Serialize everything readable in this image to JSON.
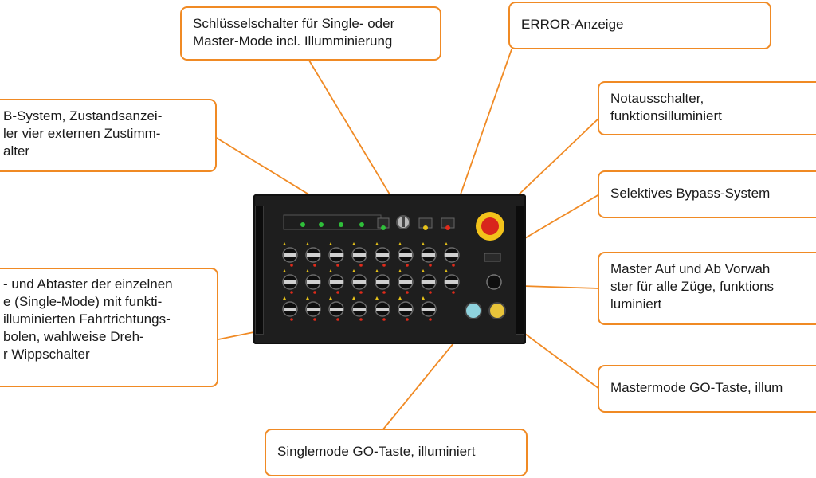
{
  "callouts": {
    "key_switch": [
      "Schlüsselschalter für Single- oder",
      "Master-Mode incl. Illumminierung"
    ],
    "error": [
      "ERROR-Anzeige"
    ],
    "ab_system": [
      "B-System, Zustandsanzei-",
      "ler vier externen Zustimm-",
      "alter"
    ],
    "emergency_stop": [
      "Notausschalter,",
      "funktionsilluminiert"
    ],
    "bypass": [
      "Selektives Bypass-System"
    ],
    "master_up_down": [
      "Master Auf und Ab Vorwah",
      "ster für alle Züge, funktions",
      "luminiert"
    ],
    "single_switches": [
      "- und Abtaster der einzelnen",
      "e (Single-Mode) mit funkti-",
      "illuminierten Fahrtrichtungs-",
      "bolen, wahlweise Dreh-",
      "r Wippschalter"
    ],
    "master_go": [
      "Mastermode GO-Taste, illum"
    ],
    "single_go": [
      "Singlemode GO-Taste, illuminiert"
    ]
  },
  "colors": {
    "callout_border": "#f08a24",
    "leader_line": "#f08a24",
    "panel": "#1e1e1e",
    "led_green": "#2fbf3a",
    "led_yellow": "#e6c21a",
    "led_red": "#e02a1a",
    "estop_red": "#d8261c",
    "estop_yellow": "#f2c21b",
    "go_cyan": "#8fd3de",
    "go_yellow": "#e8c43a"
  }
}
